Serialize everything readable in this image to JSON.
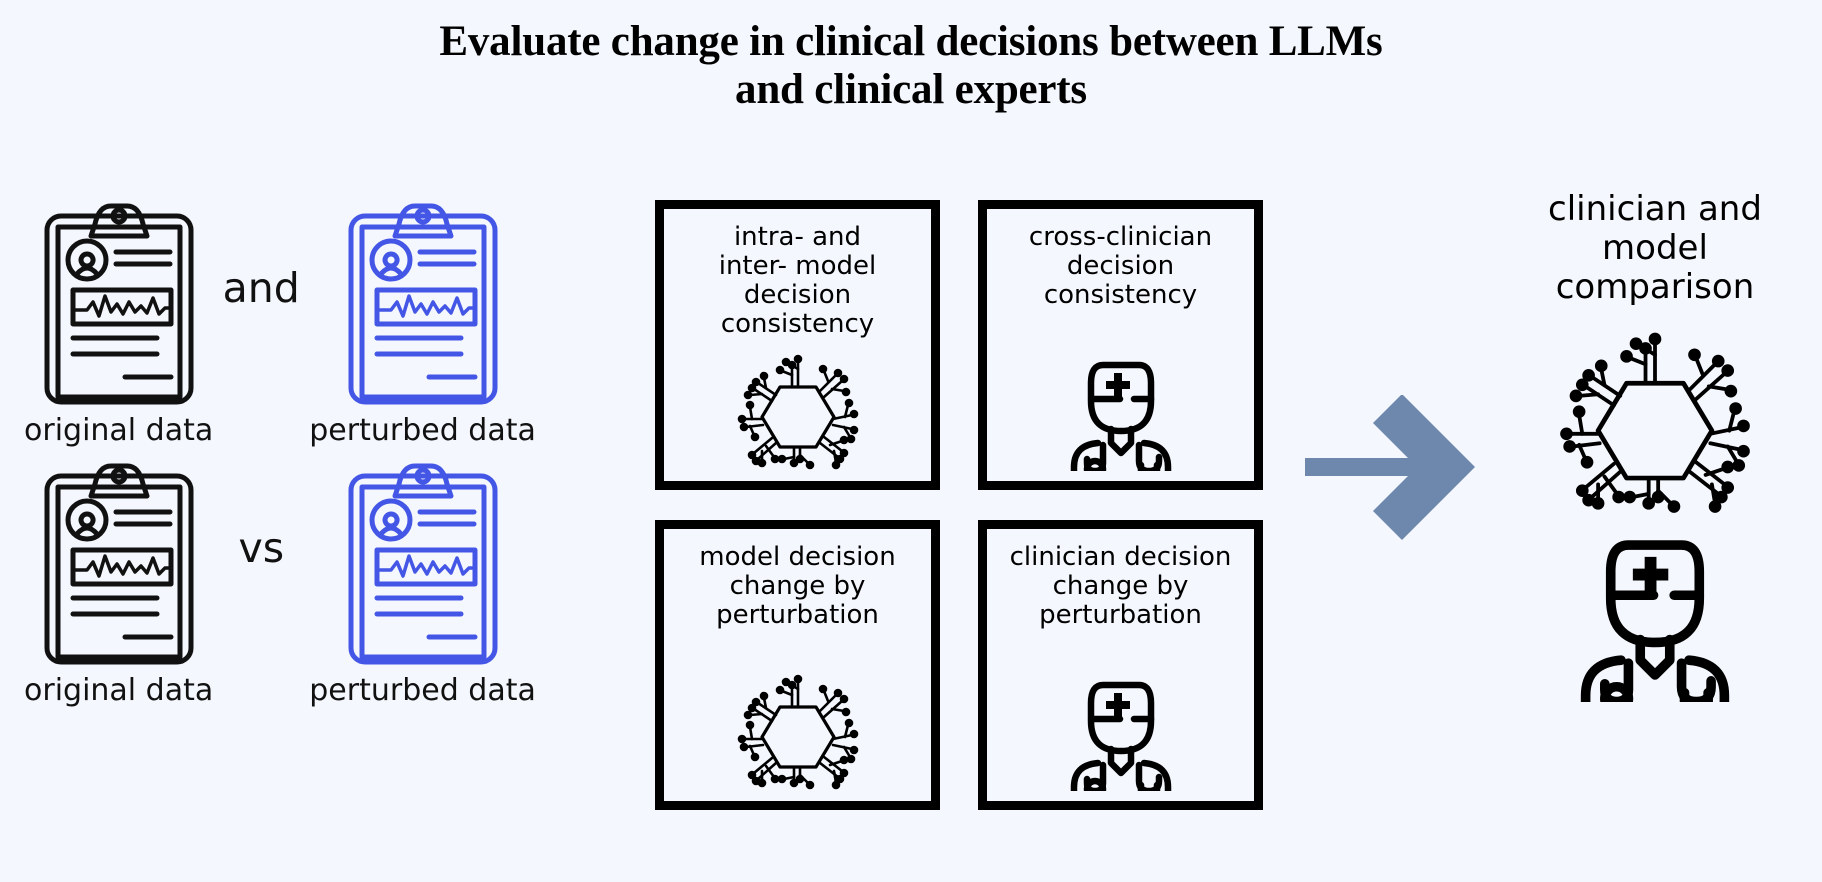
{
  "page": {
    "background_color": "#f4f7fd",
    "title_line_1": "Evaluate change in clinical decisions between LLMs",
    "title_line_2": "and clinical experts"
  },
  "colors": {
    "ink": "#000000",
    "perturbed_blue": "#4456e6",
    "arrow_slate": "#6d87ad",
    "background": "#f4f7fd"
  },
  "left_panel": {
    "rows": [
      {
        "id": "and-row",
        "original_label": "original data",
        "conjunction": "and",
        "perturbed_label": "perturbed data"
      },
      {
        "id": "vs-row",
        "original_label": "original data",
        "conjunction": "vs",
        "perturbed_label": "perturbed data"
      }
    ]
  },
  "center_boxes": [
    {
      "id": "intra-inter-model",
      "text": "intra- and\ninter- model\ndecision\nconsistency",
      "icon": "ai-hexagon-chip-icon"
    },
    {
      "id": "cross-clinician",
      "text": "cross-clinician\ndecision\nconsistency",
      "icon": "doctor-icon"
    },
    {
      "id": "model-decision-change",
      "text": "model decision\nchange by\nperturbation",
      "icon": "ai-hexagon-chip-icon"
    },
    {
      "id": "clinician-decision-change",
      "text": "clinician decision\nchange by\nperturbation",
      "icon": "doctor-icon"
    }
  ],
  "arrow": {
    "icon": "right-arrow-icon",
    "direction": "right",
    "color": "#6d87ad"
  },
  "right_panel": {
    "title": "clinician and\nmodel\ncomparison",
    "icons": [
      "ai-hexagon-chip-icon",
      "doctor-icon"
    ]
  }
}
